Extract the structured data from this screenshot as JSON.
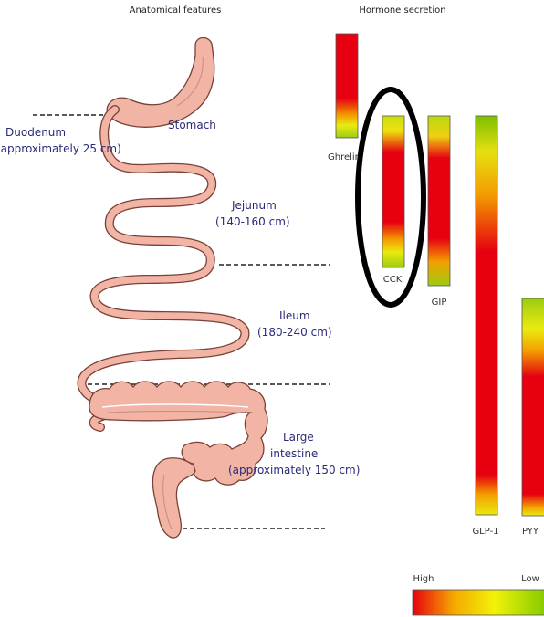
{
  "headers": {
    "anatomy": "Anatomical features",
    "hormones": "Hormone secretion"
  },
  "regions": {
    "stomach": "Stomach",
    "duodenum_name": "Duodenum",
    "duodenum_length": "(approximately 25 cm)",
    "jejunum_name": "Jejunum",
    "jejunum_length": "(140-160 cm)",
    "ileum_name": "Ileum",
    "ileum_length": "(180-240 cm)",
    "large_line1": "Large",
    "large_line2": "intestine",
    "large_line3": "(approximately 150 cm)"
  },
  "hormones": [
    {
      "name": "Ghrelin"
    },
    {
      "name": "CCK",
      "highlighted": true
    },
    {
      "name": "GIP"
    },
    {
      "name": "GLP-1"
    },
    {
      "name": "PYY"
    }
  ],
  "legend": {
    "high": "High",
    "low": "Low",
    "gradient": [
      "#e8000e",
      "#f5a800",
      "#f2f20a",
      "#7bc800"
    ]
  },
  "colors": {
    "text_blue": "#2a2a7a",
    "gut_fill": "#f2b5a5",
    "gut_stroke": "#7a4038",
    "highlight": "#000000"
  }
}
